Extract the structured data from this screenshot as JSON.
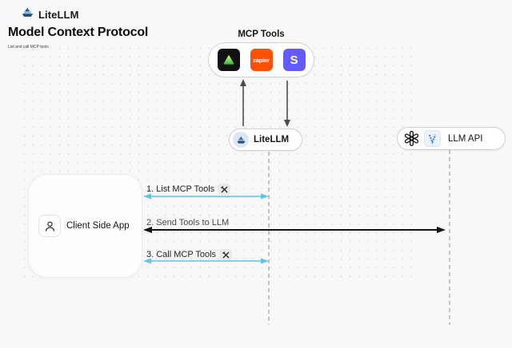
{
  "header": {
    "brand": "LiteLLM",
    "title": "Model Context Protocol",
    "subtitle": "List and call MCP tools"
  },
  "mcp": {
    "label": "MCP Tools",
    "icons": [
      {
        "name": "green-triangle-logo",
        "bg": "#121212"
      },
      {
        "name": "zapier-logo",
        "bg": "#ff4f00",
        "text": "zapier"
      },
      {
        "name": "stripe-logo",
        "bg": "#635bff",
        "text": "S"
      }
    ]
  },
  "nodes": {
    "litellm": {
      "label": "LiteLLM",
      "icon": "ship-icon"
    },
    "llm_api": {
      "label": "LLM API",
      "icons": [
        "openai-icon",
        "blue-v-provider-icon"
      ]
    },
    "client": {
      "label": "Client Side App",
      "icon": "person-icon"
    }
  },
  "sequence": [
    {
      "label": "1. List MCP Tools",
      "tools_icon": true,
      "color": "#5bc4ef"
    },
    {
      "label": "2. Send Tools to LLM",
      "tools_icon": false,
      "color": "#141414"
    },
    {
      "label": "3. Call MCP Tools",
      "tools_icon": true,
      "color": "#5bc4ef"
    }
  ],
  "colors": {
    "background": "#f8f8f8",
    "dot_grid": "#e2e2e2",
    "accent_blue_arrow": "#5bc4ef",
    "black_arrow": "#141414",
    "lifeline_gray": "#b3b3b3",
    "vertical_arrow_gray": "#4d4d4d",
    "zapier_orange": "#ff4f00",
    "stripe_purple": "#635bff",
    "triangle_green": "#2fc247",
    "provider_blue": "#3b7df0",
    "openai_black": "#181818"
  }
}
